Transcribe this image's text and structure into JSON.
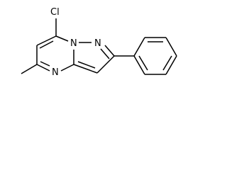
{
  "molecule": {
    "atoms": {
      "chlorine": "Cl",
      "nitrogen_bridge": "N",
      "nitrogen_pyrazole": "N",
      "nitrogen_pyrimidine": "N"
    },
    "colors": {
      "bond": "#000000",
      "label": "#000000",
      "background": "#ffffff"
    }
  }
}
